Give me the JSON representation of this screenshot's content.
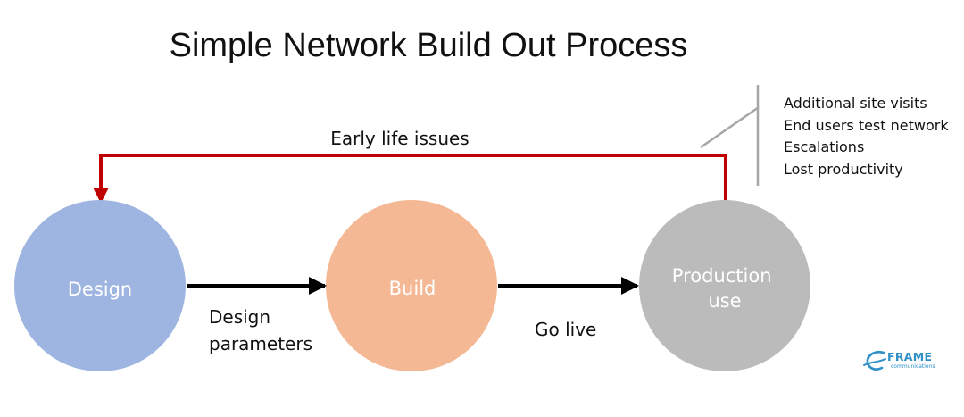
{
  "title": "Simple Network Build Out Process",
  "nodes": [
    {
      "id": "design",
      "label": "Design",
      "color": "#9FB5E1"
    },
    {
      "id": "build",
      "label": "Build",
      "color": "#F4B994"
    },
    {
      "id": "production",
      "label": "Production use",
      "label_lines": [
        "Production",
        "use"
      ],
      "color": "#BBBBBB"
    }
  ],
  "edges": {
    "design_to_build": {
      "label_lines": [
        "Design",
        "parameters"
      ],
      "color": "#000000"
    },
    "build_to_production": {
      "label": "Go live",
      "color": "#000000"
    },
    "feedback": {
      "label": "Early life issues",
      "color": "#C00000"
    }
  },
  "callout": {
    "items": [
      "Additional site visits",
      "End users test network",
      "Escalations",
      "Lost productivity"
    ],
    "line_color": "#A6A6A6"
  },
  "logo": {
    "name": "FRAME",
    "subtitle": "communications",
    "color": "#2E8FC9"
  }
}
